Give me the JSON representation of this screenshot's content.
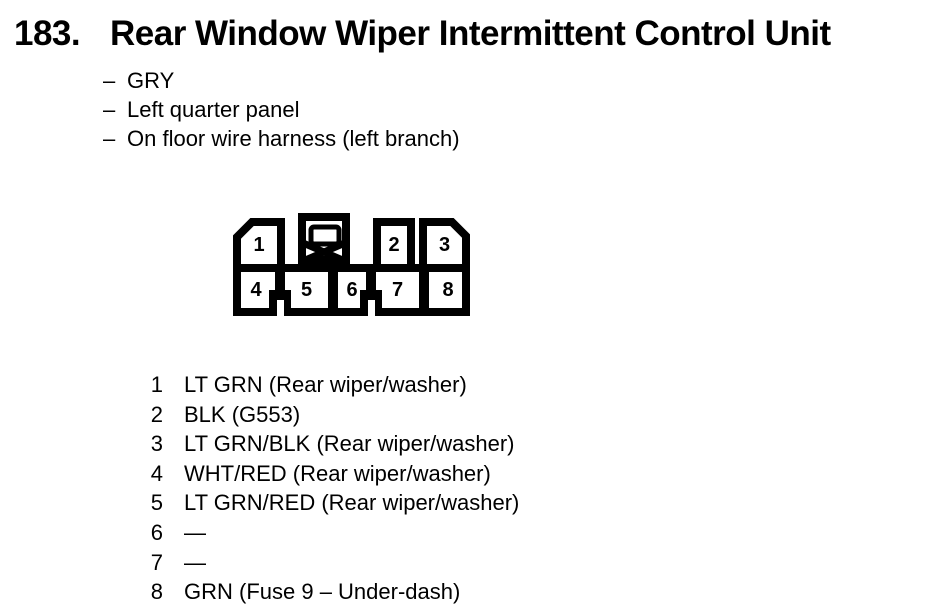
{
  "colors": {
    "ink": "#000000",
    "paper": "#ffffff"
  },
  "header": {
    "number": "183.",
    "title": "Rear Window Wiper Intermittent Control Unit",
    "dash": "–",
    "attributes": [
      "GRY",
      "Left quarter panel",
      "On floor wire harness (left branch)"
    ]
  },
  "connector": {
    "description": "8-cavity connector, wire side view, with center locking latch",
    "cells": [
      {
        "label": "1"
      },
      {
        "label": "2"
      },
      {
        "label": "3"
      },
      {
        "label": "4"
      },
      {
        "label": "5"
      },
      {
        "label": "6"
      },
      {
        "label": "7"
      },
      {
        "label": "8"
      }
    ]
  },
  "pins": [
    {
      "num": "1",
      "desc": "LT GRN (Rear wiper/washer)"
    },
    {
      "num": "2",
      "desc": "BLK (G553)"
    },
    {
      "num": "3",
      "desc": "LT GRN/BLK (Rear wiper/washer)"
    },
    {
      "num": "4",
      "desc": "WHT/RED (Rear wiper/washer)"
    },
    {
      "num": "5",
      "desc": "LT GRN/RED (Rear wiper/washer)"
    },
    {
      "num": "6",
      "desc": "—"
    },
    {
      "num": "7",
      "desc": "—"
    },
    {
      "num": "8",
      "desc": "GRN (Fuse 9 – Under-dash)"
    }
  ]
}
